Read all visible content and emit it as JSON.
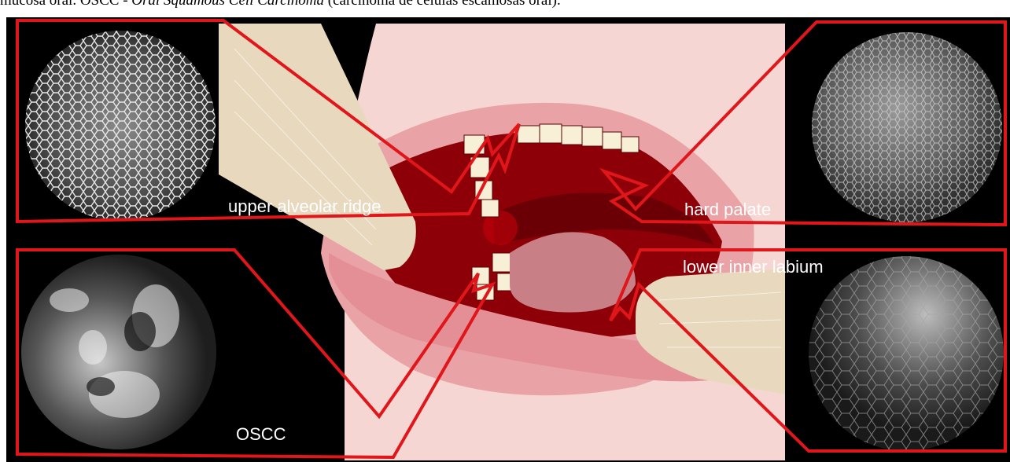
{
  "caption": {
    "before": "mucosa oral. OSCC - ",
    "italic": "Oral Squamous Cell Carcinoma",
    "after": " (carcinoma de células escamosas oral)."
  },
  "labels": {
    "upper_alveolar_ridge": "upper alveolar ridge",
    "hard_palate": "hard palate",
    "lower_inner_labium": "lower inner labium",
    "oscc": "OSCC"
  },
  "colors": {
    "callout_red": "#e0161b",
    "background": "#000000",
    "skin": "#f6d6d2",
    "lip": "#e9a3a6",
    "mouth_interior": "#8e0008",
    "tooth": "#f7efd6",
    "probe": "#e8d8bd"
  }
}
